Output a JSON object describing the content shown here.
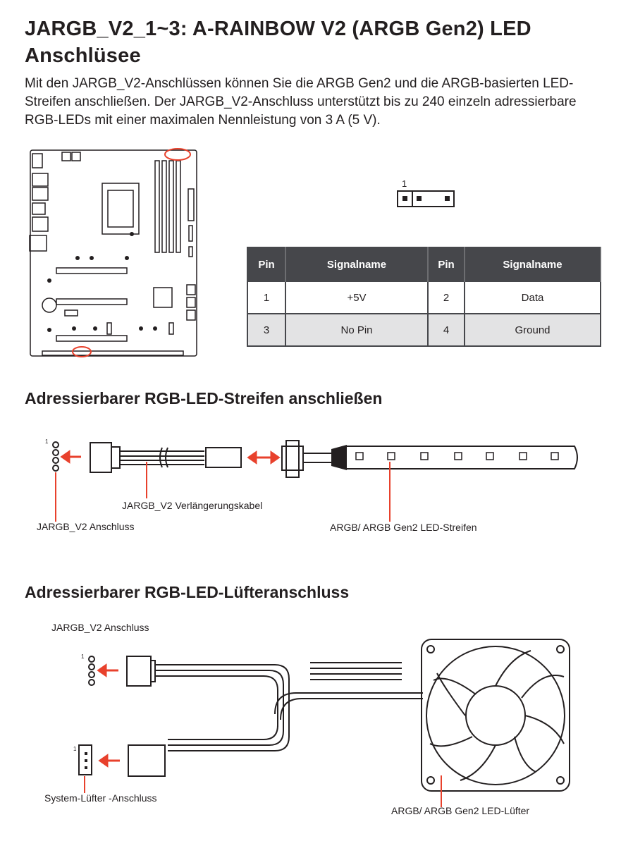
{
  "title": "JARGB_V2_1~3: A-RAINBOW V2 (ARGB Gen2) LED Anschlüsee",
  "intro": "Mit den JARGB_V2-Anschlüssen können Sie die ARGB Gen2 und die ARGB-basierten LED-Streifen anschließen. Der JARGB_V2-Anschluss unterstützt bis zu 240 einzeln adressierbare RGB-LEDs mit einer maximalen Nennleistung von 3 A (5 V).",
  "connector_pin1_label": "1",
  "pin_table": {
    "headers": [
      "Pin",
      "Signalname",
      "Pin",
      "Signalname"
    ],
    "rows": [
      [
        "1",
        "+5V",
        "2",
        "Data"
      ],
      [
        "3",
        "No Pin",
        "4",
        "Ground"
      ]
    ]
  },
  "strip_section": {
    "heading": "Adressierbarer RGB-LED-Streifen anschließen",
    "pin1": "1",
    "cable_label": "JARGB_V2 Verlängerungskabel",
    "header_label": "JARGB_V2 Anschluss",
    "strip_label": "ARGB/ ARGB Gen2 LED-Streifen"
  },
  "fan_section": {
    "heading": "Adressierbarer RGB-LED-Lüfteranschluss",
    "header_label": "JARGB_V2 Anschluss",
    "pin1_a": "1",
    "pin1_b": "1",
    "sysfan_label": "System-Lüfter -Anschluss",
    "fan_label": "ARGB/ ARGB Gen2 LED-Lüfter"
  },
  "colors": {
    "accent": "#e8412c",
    "table_header": "#46474b",
    "alt_row": "#e3e3e4"
  }
}
